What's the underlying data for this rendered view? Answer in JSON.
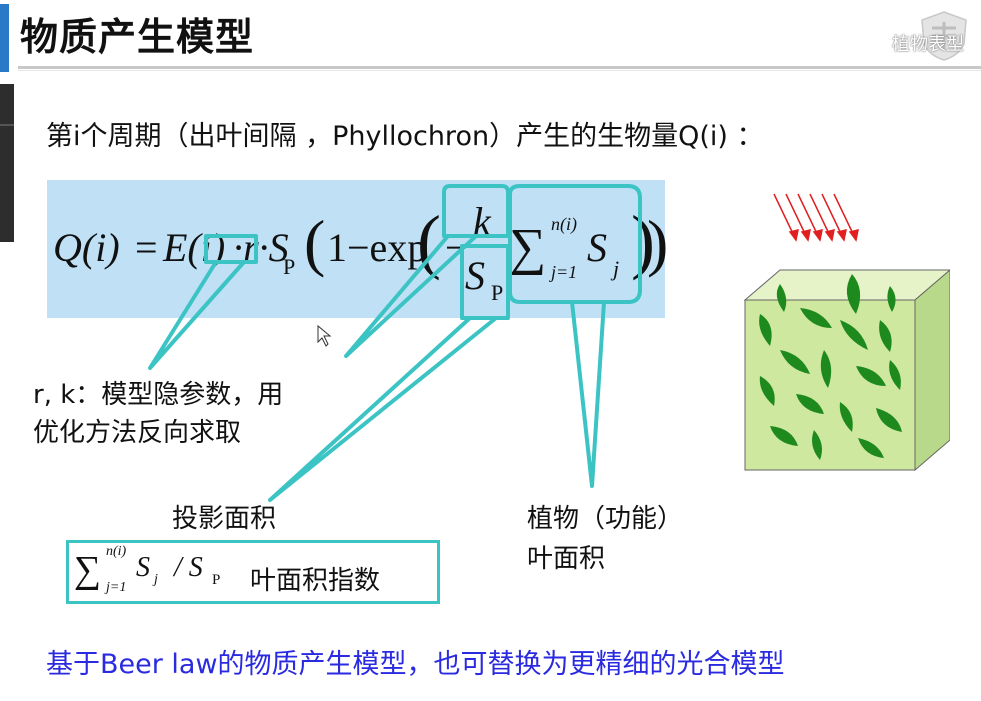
{
  "slide": {
    "title": "物质产生模型",
    "watermark": "植物表型",
    "intro": "第i个周期（出叶间隔 ，Phyllochron）产生的生物量Q(i) ：",
    "formula": {
      "lhs": "Q(i)",
      "eq": "=",
      "e": "E(i)",
      "r": "·r·S",
      "p": "P",
      "one_minus_exp": "1−exp",
      "minus": "−",
      "k": "k",
      "s": "S",
      "sum": "∑",
      "sum_sup": "n(i)",
      "sum_sub": "j=1",
      "sj": "S",
      "j": "j"
    },
    "labels": {
      "rk_line1": "r, k：模型隐参数，用",
      "rk_line2": "优化方法反向求取",
      "projection": "投影面积",
      "plant_line1": "植物（功能）",
      "plant_line2": "叶面积"
    },
    "lai": {
      "formula_sum": "∑",
      "formula_sup": "n(i)",
      "formula_sub": "j=1",
      "formula_sj": "S",
      "formula_j": "j",
      "formula_div": "/ S",
      "formula_p": "P",
      "text": "叶面积指数"
    },
    "bottom_note": "基于Beer law的物质产生模型，也可替换为更精细的光合模型",
    "colors": {
      "accent": "#2a78c8",
      "formula_bg": "#bfe0f5",
      "callout": "#3cc4c4",
      "note": "#2a2ae0",
      "arrow": "#e02020",
      "cube_face": "#cfe8a0",
      "leaf": "#1e8a1e"
    }
  }
}
